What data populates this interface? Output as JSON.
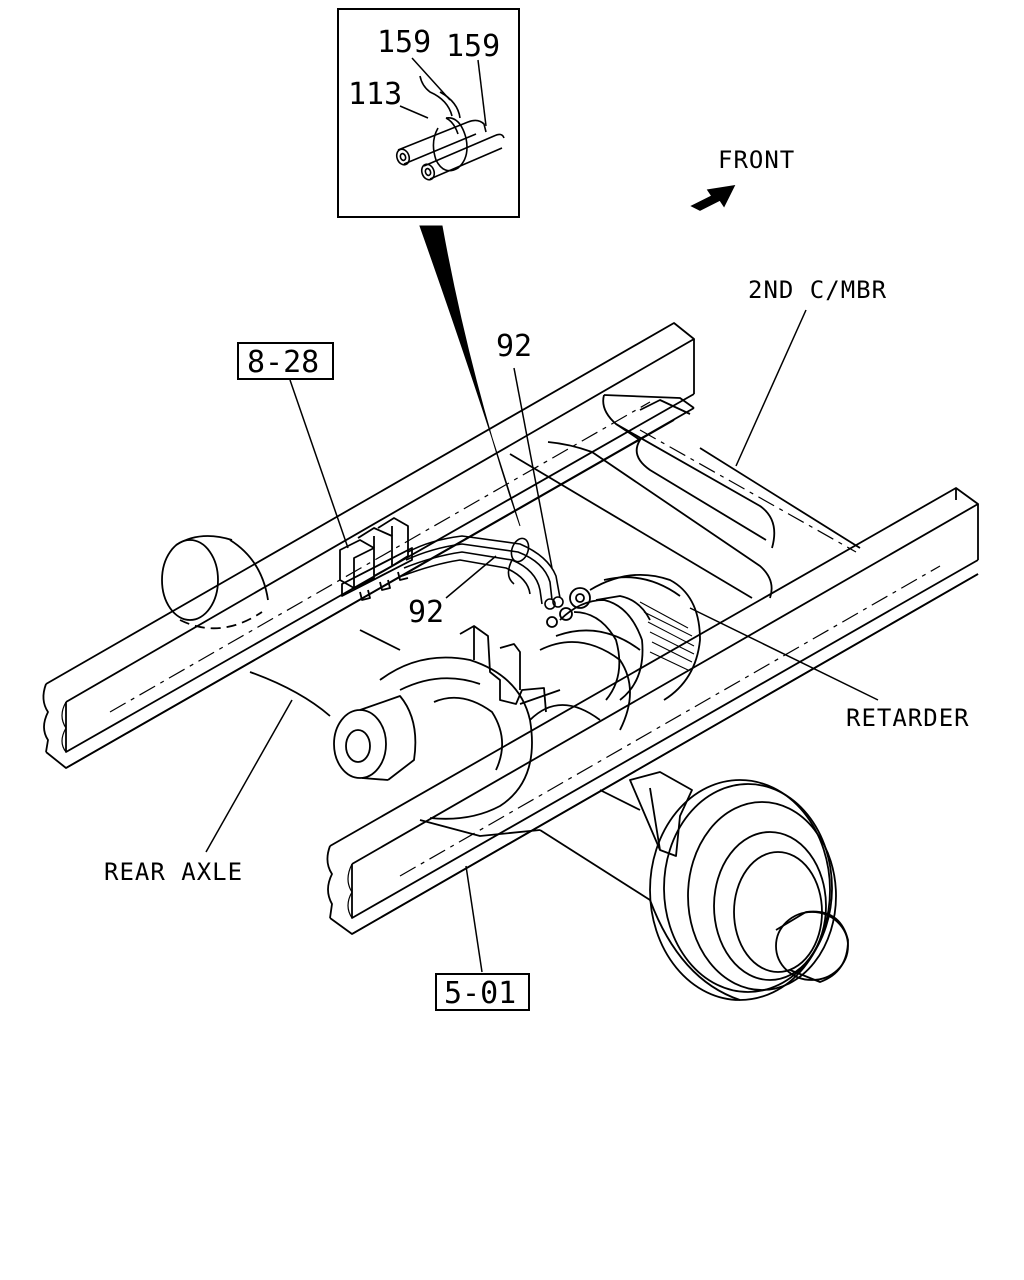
{
  "colors": {
    "line": "#000000",
    "background": "#ffffff"
  },
  "inset": {
    "callouts": {
      "hose_a": "159",
      "hose_b": "159",
      "clip": "113"
    }
  },
  "direction": {
    "label": "FRONT",
    "icon": "arrow-icon"
  },
  "labels": {
    "cross_member": "2ND C/MBR",
    "retarder": "RETARDER",
    "rear_axle": "REAR AXLE"
  },
  "callouts": {
    "pipe_upper": "92",
    "pipe_lower": "92"
  },
  "references": {
    "valve_ref": "8-28",
    "frame_ref": "5-01"
  }
}
